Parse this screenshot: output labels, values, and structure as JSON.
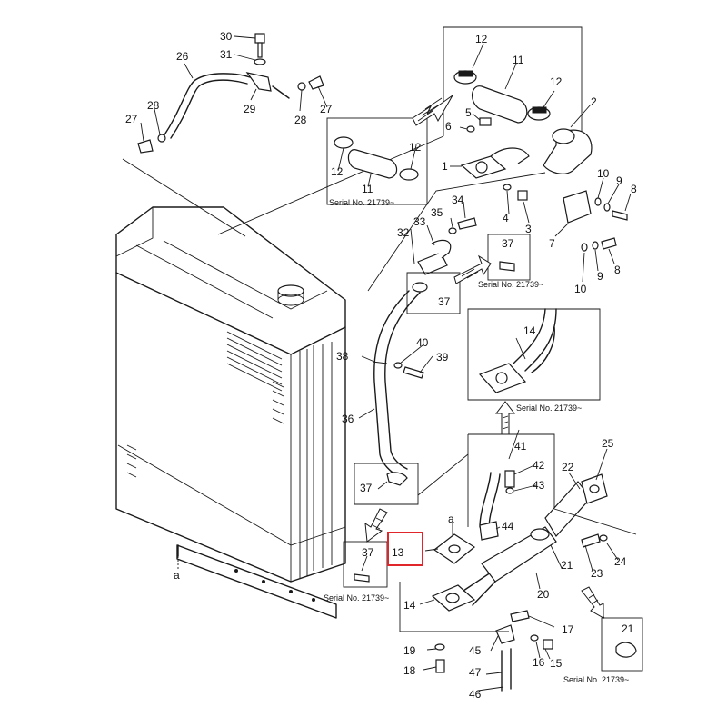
{
  "labels": {
    "p1": "1",
    "p2": "2",
    "p3": "3",
    "p4": "4",
    "p5": "5",
    "p6": "6",
    "p7": "7",
    "p8a": "8",
    "p8b": "8",
    "p9a": "9",
    "p9b": "9",
    "p10a": "10",
    "p10b": "10",
    "p11a": "11",
    "p11b": "11",
    "p12a": "12",
    "p12b": "12",
    "p12c": "12",
    "p12d": "12",
    "p13": "13",
    "p14a": "14",
    "p14b": "14",
    "p15": "15",
    "p16": "16",
    "p17": "17",
    "p18": "18",
    "p19": "19",
    "p20": "20",
    "p21a": "21",
    "p21b": "21",
    "p22": "22",
    "p23": "23",
    "p24": "24",
    "p25": "25",
    "p26": "26",
    "p27a": "27",
    "p27b": "27",
    "p28a": "28",
    "p28b": "28",
    "p29": "29",
    "p30": "30",
    "p31": "31",
    "p32": "32",
    "p33": "33",
    "p34": "34",
    "p35": "35",
    "p36": "36",
    "p37a": "37",
    "p37b": "37",
    "p37c": "37",
    "p37d": "37",
    "p38": "38",
    "p39": "39",
    "p40": "40",
    "p41": "41",
    "p42": "42",
    "p43": "43",
    "p44": "44",
    "p45": "45",
    "p46": "46",
    "p47": "47",
    "pa1": "a",
    "pa2": "a"
  },
  "serials": {
    "s1": "Serial No. 21739~",
    "s2": "Serial No. 21739~",
    "s3": "Serial No. 21739~",
    "s4": "Serial No. 21739~",
    "s5": "Serial No. 21739~"
  },
  "highlight": {
    "color": "#e0262a"
  }
}
